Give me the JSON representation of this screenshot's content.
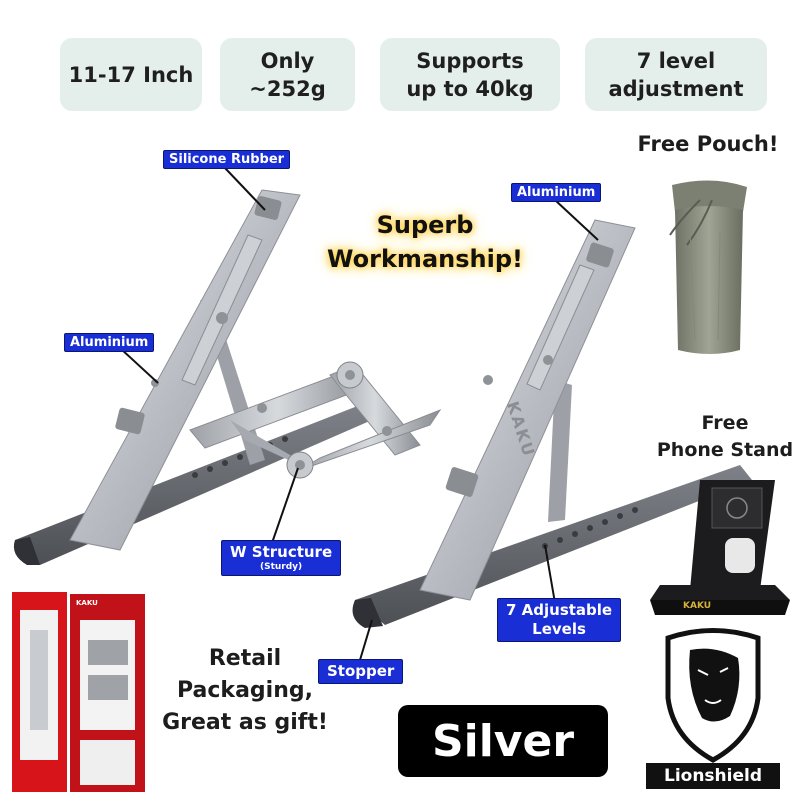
{
  "features": [
    {
      "label": "11-17 Inch"
    },
    {
      "label": "Only\n~252g"
    },
    {
      "label": "Supports\nup to 40kg"
    },
    {
      "label": "7 level\nadjustment"
    }
  ],
  "callouts": {
    "silicone_rubber": "Silicone Rubber",
    "aluminium_top": "Aluminium",
    "aluminium_left": "Aluminium",
    "w_structure": "W Structure",
    "w_structure_sub": "(Sturdy)",
    "adjustable_levels": "7 Adjustable\nLevels",
    "stopper": "Stopper"
  },
  "headline": "Superb\nWorkmanship!",
  "free_pouch": "Free Pouch!",
  "free_phone_stand": "Free\nPhone Stand",
  "retail_packaging": "Retail\nPackaging,\nGreat as gift!",
  "color_badge": "Silver",
  "brand_name": "Lionshield",
  "stand_engraving": "KAKU",
  "phone_stand_logo": "KAKU",
  "colors": {
    "callout_blue": "#1a2ed6",
    "pill_bg": "#e4efec",
    "box_red": "#d8141b",
    "pouch_gray": "#8b8f80"
  }
}
